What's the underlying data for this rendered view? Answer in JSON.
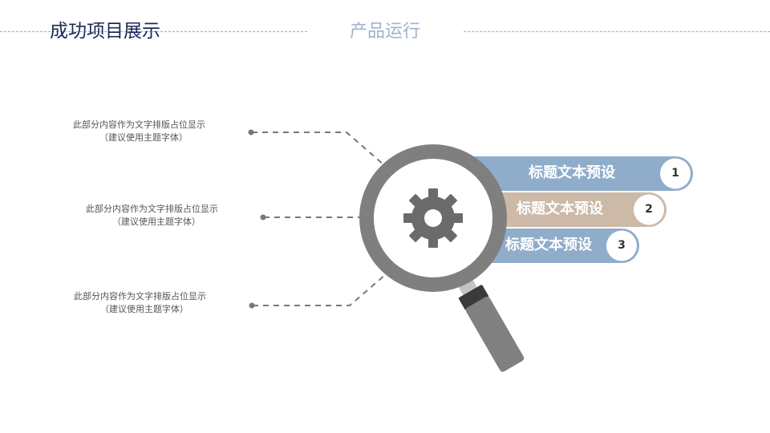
{
  "header": {
    "title": "成功项目展示",
    "subtitle": "产品运行"
  },
  "left_items": [
    {
      "line1": "此部分内容作为文字排版占位显示",
      "line2": "（建议使用主题字体）"
    },
    {
      "line1": "此部分内容作为文字排版占位显示",
      "line2": "（建议使用主题字体）"
    },
    {
      "line1": "此部分内容作为文字排版占位显示",
      "line2": "（建议使用主题字体）"
    }
  ],
  "right_items": [
    {
      "label": "标题文本预设",
      "number": "1",
      "color": "#8fadcb"
    },
    {
      "label": "标题文本预设",
      "number": "2",
      "color": "#ccb9a8"
    },
    {
      "label": "标题文本预设",
      "number": "3",
      "color": "#8fadcb"
    }
  ],
  "center_icon": {
    "name": "magnifier-with-gear",
    "ring_color": "#7f7f7f",
    "gear_color": "#6b6b6b"
  }
}
